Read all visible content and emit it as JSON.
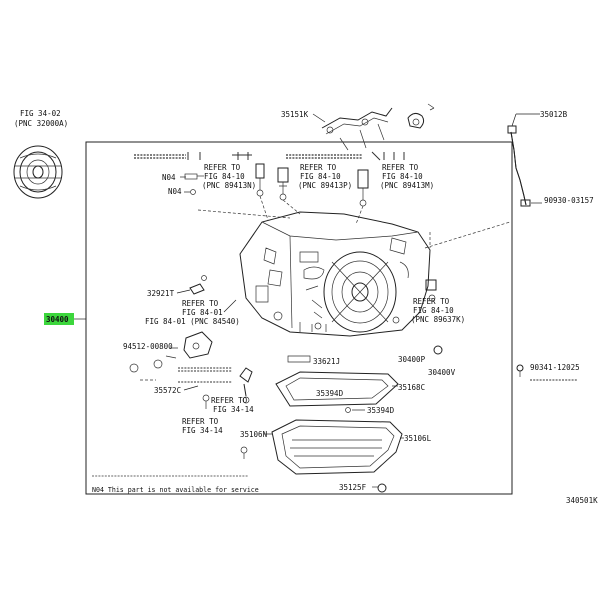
{
  "colors": {
    "highlight": "#3cd63c",
    "ink": "#111111",
    "background": "#ffffff"
  },
  "callouts": {
    "fig_34_02": "FIG 34-02",
    "pnc_32000a": "(PNC 32000A)",
    "p35151k": "35151K",
    "p35012b": "35012B",
    "p90930": "90930-03157",
    "n04_top": "N04",
    "n04_b": "N04",
    "p32921t": "32921T",
    "p30400": "30400",
    "p94512": "94512-00800",
    "p35572c": "35572C",
    "p33621j": "33621J",
    "p35394d_a": "35394D",
    "p35394d_b": "35394D",
    "p35106n": "35106N",
    "p35106l": "35106L",
    "p35125f": "35125F",
    "p35168c": "35168C",
    "p30400p": "30400P",
    "p30400v": "30400V",
    "p90341": "90341-12025",
    "diagram_id": "340501K"
  },
  "refer_blocks": [
    {
      "line1": "REFER TO",
      "line2": "FIG 84-10",
      "line3": "(PNC 89413N)"
    },
    {
      "line1": "REFER TO",
      "line2": "FIG 84-10",
      "line3": "(PNC 89413P)"
    },
    {
      "line1": "REFER TO",
      "line2": "FIG 84-10",
      "line3": "(PNC 89413M)"
    },
    {
      "line1": "REFER TO",
      "line2": "FIG 84-01",
      "line3": "FIG 84-01 (PNC 84540)"
    },
    {
      "line1": "REFER TO",
      "line2": "FIG 84-10",
      "line3": "(PNC 89637K)"
    },
    {
      "line1": "REFER TO",
      "line2": "FIG 34-14",
      "line3": ""
    },
    {
      "line1": "REFER TO",
      "line2": "FIG 34-14",
      "line3": ""
    }
  ],
  "notes": {
    "n04_note": "N04 This part is not available for service"
  }
}
